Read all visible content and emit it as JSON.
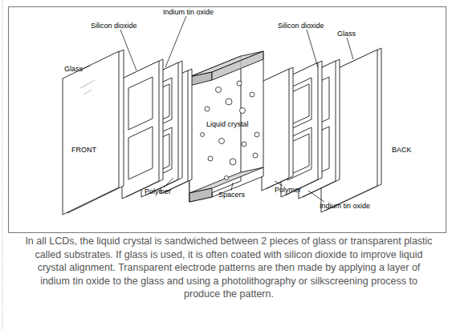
{
  "diagram": {
    "caption": "In all LCDs, the liquid crystal is sandwiched between 2 pieces of glass or transparent plastic called substrates. If glass is used, it is often coated with silicon dioxide to improve liquid crystal alignment. Transparent electrode patterns are then made by applying a layer of indium tin oxide to the glass and using a photolithography or silkscreening process to produce the pattern.",
    "labels": [
      "Indium tin oxide",
      "Silicon dioxide",
      "Silicon dioxide",
      "Glass",
      "Glass",
      "FRONT",
      "Liquid crystal",
      "BACK",
      "Polymer",
      "Spacers",
      "Polymer",
      "Indium tin oxide"
    ]
  }
}
